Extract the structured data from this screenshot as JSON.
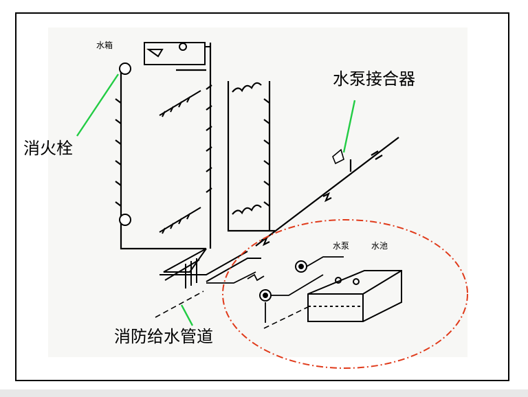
{
  "labels": {
    "hydrant": "消火栓",
    "pump_adapter": "水泵接合器",
    "supply_pipe": "消防给水管道",
    "water_tank": "水箱",
    "pump": "水泵",
    "pool": "水池"
  },
  "colors": {
    "leader_line": "#22cc44",
    "highlight_ellipse": "#e03a1a",
    "pipe": "#000000"
  },
  "icons": [
    "hydrant-icon",
    "valve-icon",
    "pump-icon",
    "check-valve-icon"
  ]
}
